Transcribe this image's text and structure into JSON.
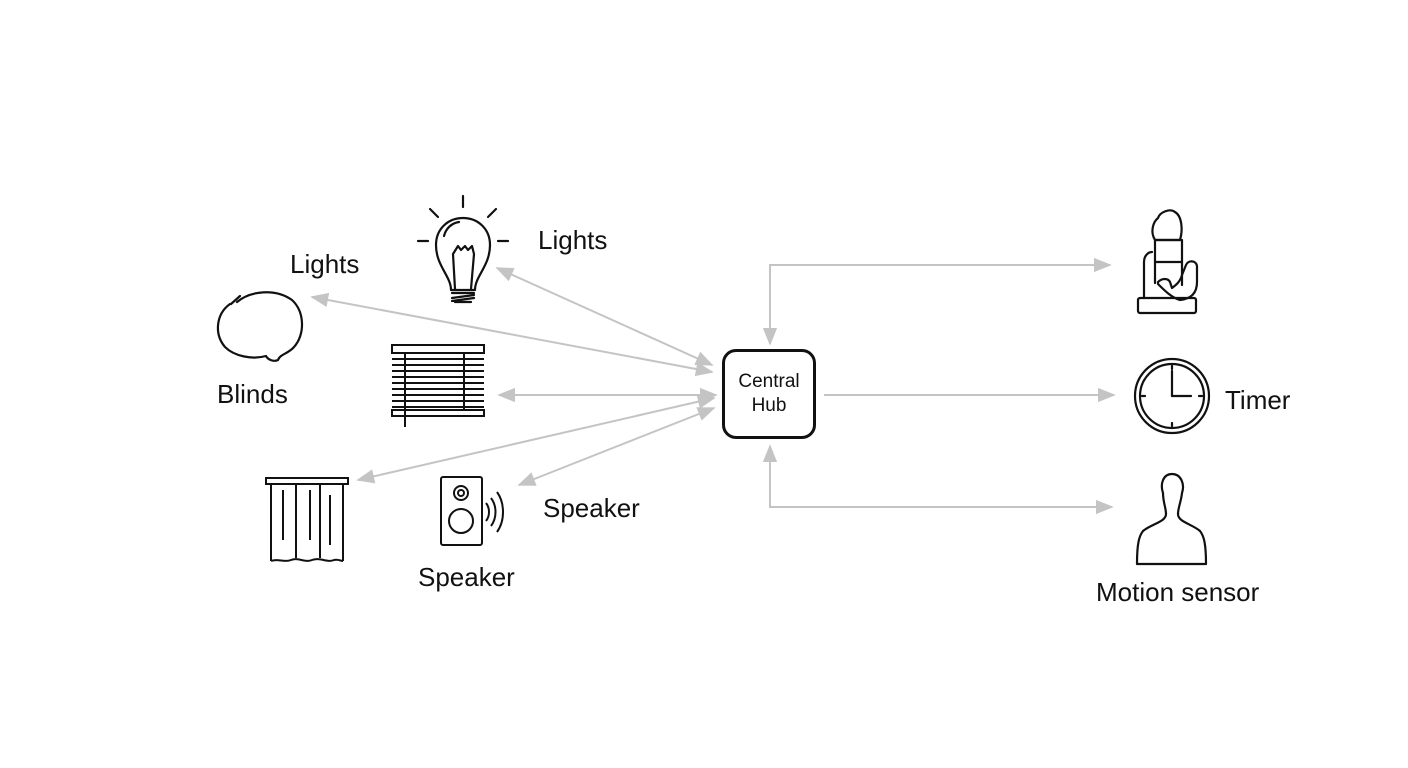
{
  "diagram": {
    "type": "hub-and-spoke",
    "hub": {
      "line1": "Central",
      "line2": "Hub"
    },
    "left_nodes": [
      {
        "id": "blinds-bubble",
        "icon": "thought-bubble-icon",
        "label": "Blinds",
        "extra_label": "Lights"
      },
      {
        "id": "lights",
        "icon": "lightbulb-icon",
        "label": "Lights"
      },
      {
        "id": "blinds",
        "icon": "window-blinds-icon",
        "label": ""
      },
      {
        "id": "curtains",
        "icon": "curtain-icon",
        "label": ""
      },
      {
        "id": "speaker",
        "icon": "speaker-icon",
        "label": "Speaker",
        "extra_label": "Speaker"
      }
    ],
    "right_nodes": [
      {
        "id": "thermostat",
        "icon": "hand-device-icon",
        "label": ""
      },
      {
        "id": "timer",
        "icon": "clock-icon",
        "label": "Timer"
      },
      {
        "id": "motion-sensor",
        "icon": "person-icon",
        "label": "Motion sensor"
      }
    ],
    "colors": {
      "line": "#c4c4c4",
      "stroke": "#111111",
      "background": "#ffffff"
    }
  }
}
